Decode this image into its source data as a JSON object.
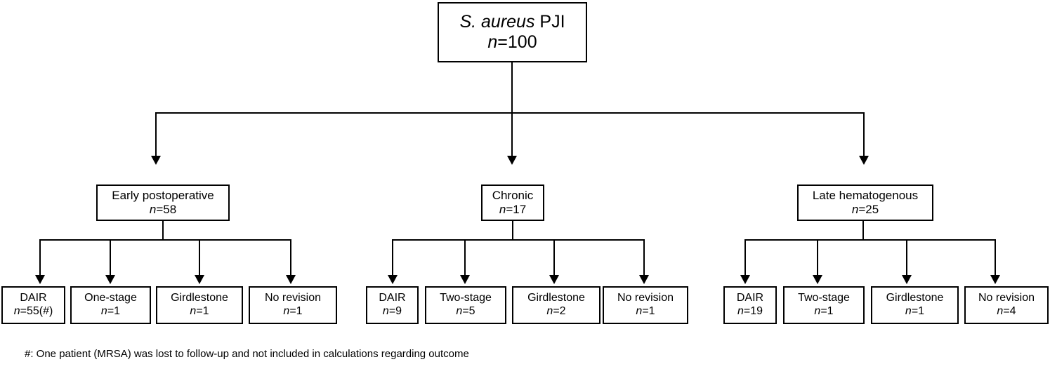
{
  "diagram": {
    "title": "S. aureus PJI patient cohort flow diagram",
    "root": {
      "label_italic": "S. aureus",
      "label_rest": " PJI",
      "n_prefix": "n",
      "count": "=100"
    },
    "groups": [
      {
        "name": "early-postoperative",
        "label": "Early postoperative",
        "n_prefix": "n",
        "count": "=58",
        "children": [
          {
            "name": "dair",
            "label": "DAIR",
            "n_prefix": "n",
            "count": "=55(#)"
          },
          {
            "name": "one-stage",
            "label": "One-stage",
            "n_prefix": "n",
            "count": "=1"
          },
          {
            "name": "girdlestone",
            "label": "Girdlestone",
            "n_prefix": "n",
            "count": "=1"
          },
          {
            "name": "no-revision",
            "label": "No revision",
            "n_prefix": "n",
            "count": "=1"
          }
        ]
      },
      {
        "name": "chronic",
        "label": "Chronic",
        "n_prefix": "n",
        "count": "=17",
        "children": [
          {
            "name": "dair",
            "label": "DAIR",
            "n_prefix": "n",
            "count": "=9"
          },
          {
            "name": "two-stage",
            "label": "Two-stage",
            "n_prefix": "n",
            "count": "=5"
          },
          {
            "name": "girdlestone",
            "label": "Girdlestone",
            "n_prefix": "n",
            "count": "=2"
          },
          {
            "name": "no-revision",
            "label": "No revision",
            "n_prefix": "n",
            "count": "=1"
          }
        ]
      },
      {
        "name": "late-hematogenous",
        "label": "Late hematogenous",
        "n_prefix": "n",
        "count": "=25",
        "children": [
          {
            "name": "dair",
            "label": "DAIR",
            "n_prefix": "n",
            "count": "=19"
          },
          {
            "name": "two-stage",
            "label": "Two-stage",
            "n_prefix": "n",
            "count": "=1"
          },
          {
            "name": "girdlestone",
            "label": "Girdlestone",
            "n_prefix": "n",
            "count": "=1"
          },
          {
            "name": "no-revision",
            "label": "No revision",
            "n_prefix": "n",
            "count": "=4"
          }
        ]
      }
    ],
    "footnote": "#: One patient (MRSA) was lost to follow-up and not included in calculations regarding outcome",
    "colors": {
      "stroke": "#000000",
      "background": "#ffffff",
      "text": "#000000"
    }
  }
}
